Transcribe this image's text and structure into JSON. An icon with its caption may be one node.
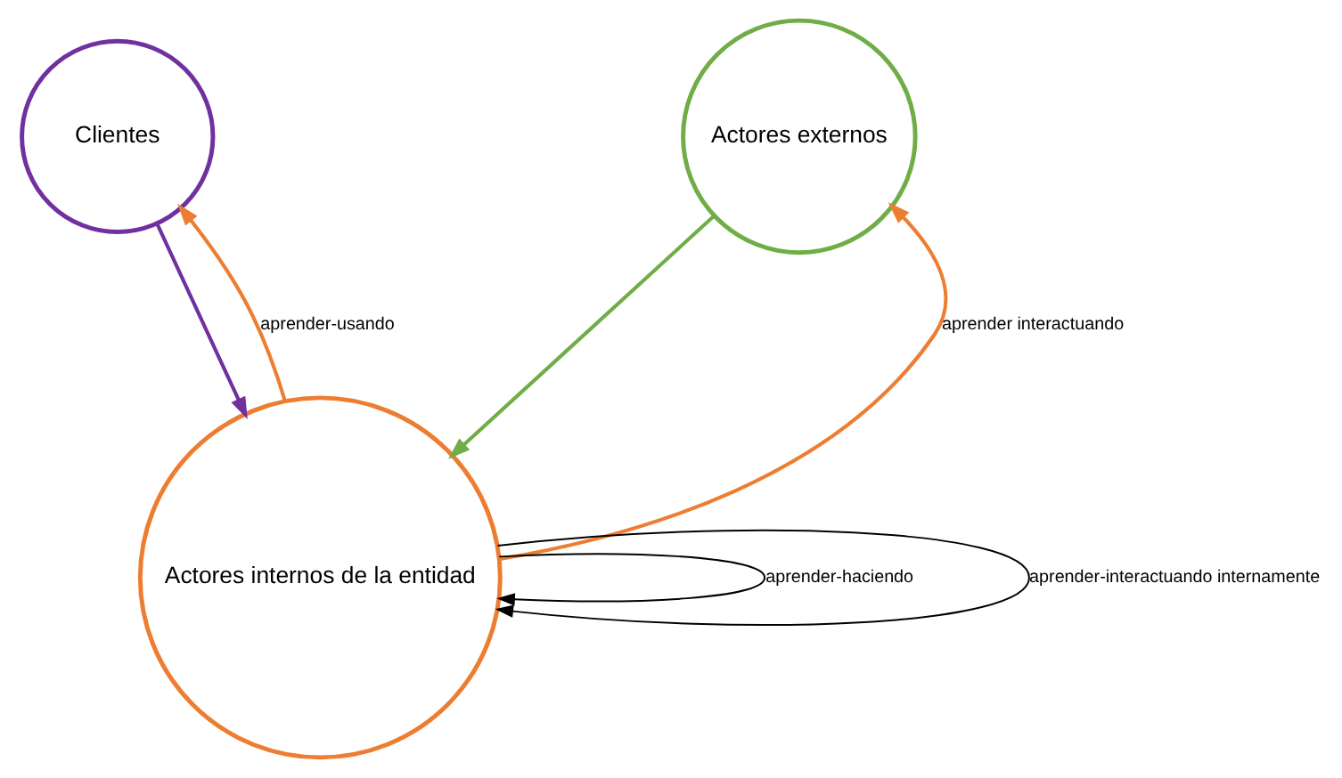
{
  "diagram": {
    "nodes": [
      {
        "text": [
          "Clientes"
        ]
      },
      {
        "text": [
          "Actores externos"
        ]
      },
      {
        "text": [
          "Actores internos de la entidad"
        ]
      }
    ],
    "edges": [
      {
        "from": 0,
        "to": 2,
        "arrow": "to",
        "color": "#7030a0"
      },
      {
        "from": 2,
        "to": 0,
        "arrow": "to",
        "label": "aprender-usando",
        "color": "#ed7d31"
      },
      {
        "from": 2,
        "to": 1,
        "arrow": "to",
        "label": "aprender interactuando",
        "color": "#ed7d31"
      },
      {
        "from": 1,
        "to": 2,
        "arrow": "to",
        "color": "#70ad47"
      },
      {
        "from": 2,
        "to": 2,
        "arrow": "to",
        "label": "aprender-haciendo",
        "color": "#000000"
      },
      {
        "from": 2,
        "to": 2,
        "arrow": "to",
        "label": "aprender-interactuando internamente",
        "color": "#000000"
      }
    ]
  }
}
